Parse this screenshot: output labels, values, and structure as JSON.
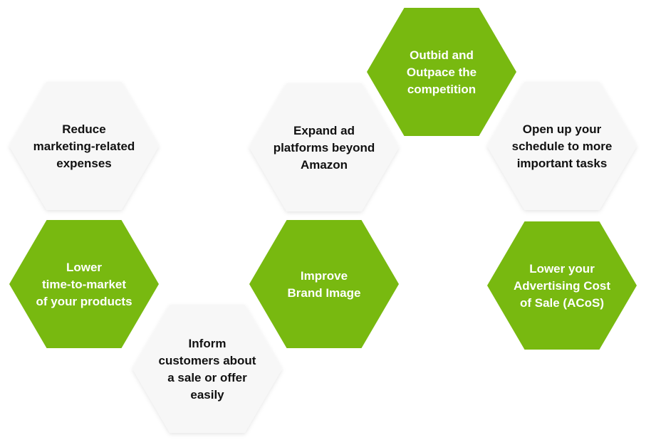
{
  "colors": {
    "green": "#78b910",
    "light": "#f7f7f7",
    "text_dark": "#111111",
    "text_light": "#ffffff"
  },
  "hexagons": [
    {
      "id": "reduce-marketing-expenses",
      "variant": "light",
      "lines": [
        "Reduce",
        "marketing-related",
        "expenses"
      ]
    },
    {
      "id": "lower-time-to-market",
      "variant": "green",
      "lines": [
        "Lower",
        "time-to-market",
        "of your products"
      ]
    },
    {
      "id": "inform-customers",
      "variant": "light",
      "lines": [
        "Inform",
        "customers about",
        "a sale or offer",
        "easily"
      ]
    },
    {
      "id": "expand-ad-platforms",
      "variant": "light",
      "lines": [
        "Expand ad",
        "platforms beyond",
        "Amazon"
      ]
    },
    {
      "id": "improve-brand-image",
      "variant": "green",
      "lines": [
        "Improve",
        "Brand Image"
      ]
    },
    {
      "id": "outbid-outpace",
      "variant": "green",
      "lines": [
        "Outbid and",
        "Outpace the",
        "competition"
      ]
    },
    {
      "id": "open-up-schedule",
      "variant": "light",
      "lines": [
        "Open up your",
        "schedule to more",
        "important tasks"
      ]
    },
    {
      "id": "lower-acos",
      "variant": "green",
      "lines": [
        "Lower your",
        "Advertising Cost",
        "of Sale (ACoS)"
      ]
    }
  ]
}
